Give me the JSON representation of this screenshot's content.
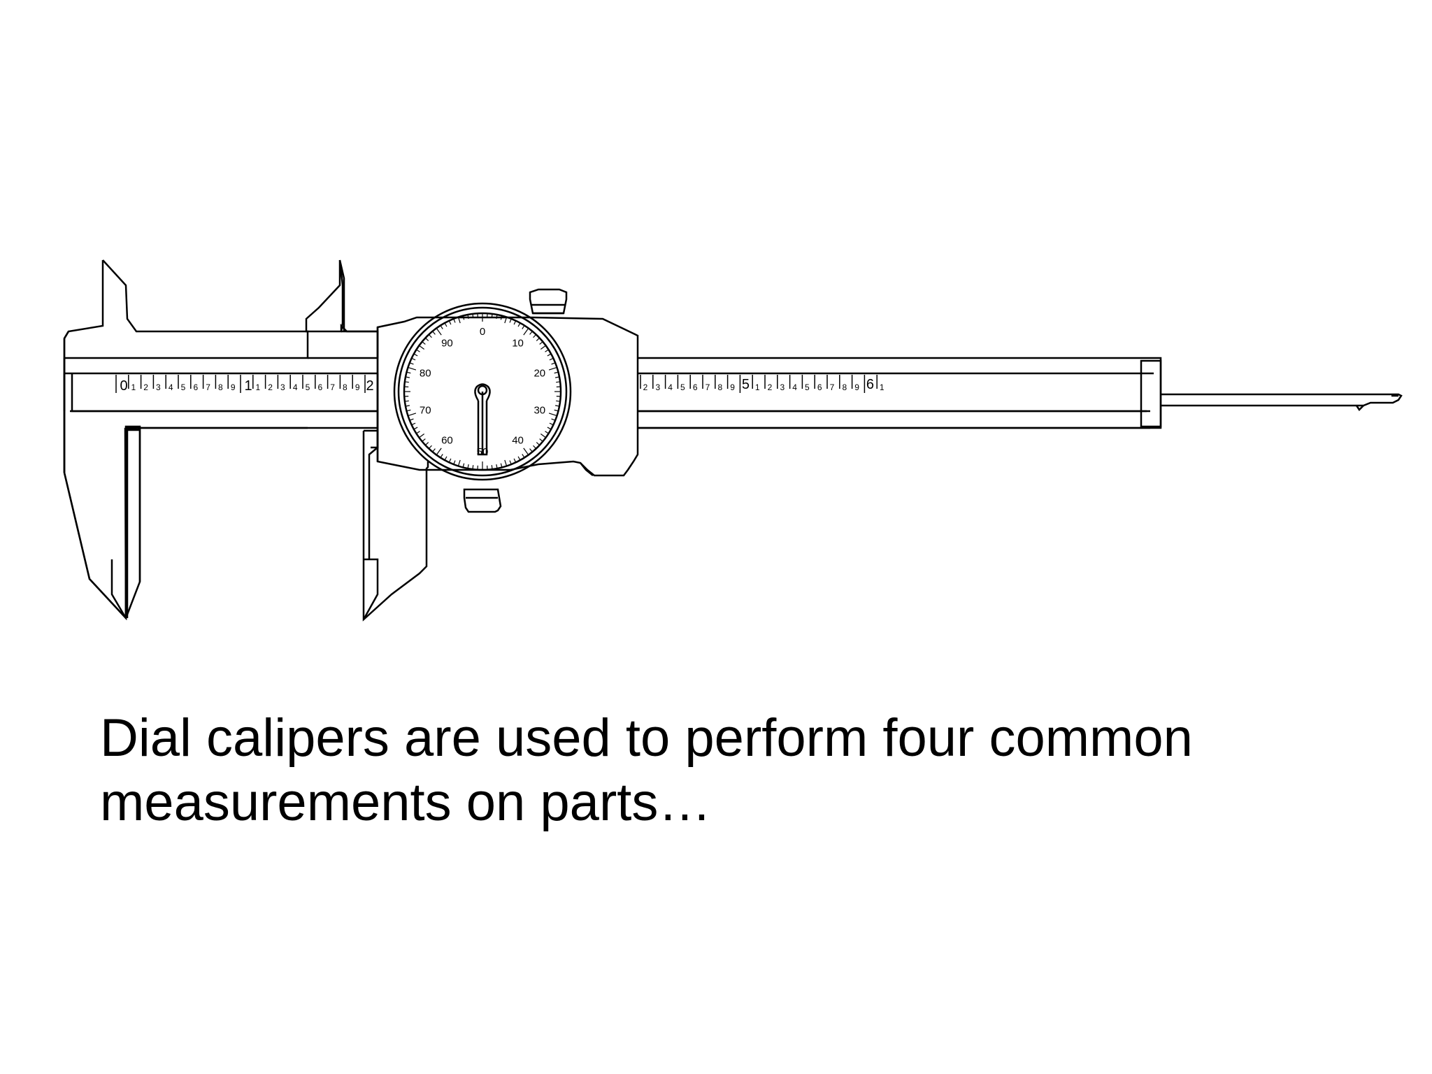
{
  "caption": {
    "line1": "Dial calipers are used to perform four common",
    "line2": "measurements on parts…"
  },
  "dial": {
    "labels": [
      "0",
      "10",
      "20",
      "30",
      "40",
      "50",
      "60",
      "70",
      "80",
      "90"
    ]
  },
  "scale": {
    "main_numbers_left": [
      "0",
      "1",
      "2"
    ],
    "main_numbers_right": [
      "5",
      "6"
    ],
    "minor_digits_left": [
      "1",
      "2",
      "3",
      "4",
      "5",
      "6",
      "7",
      "8",
      "9"
    ],
    "minor_digits_right": [
      "2",
      "3",
      "4",
      "5",
      "6",
      "7",
      "8",
      "9"
    ],
    "tail_digit": "1"
  }
}
